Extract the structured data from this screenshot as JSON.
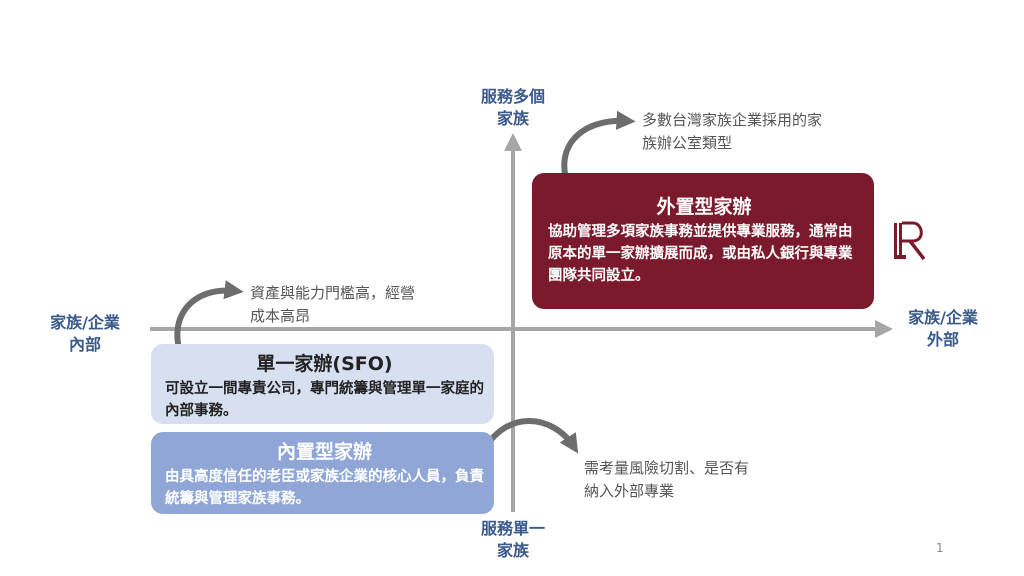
{
  "axes": {
    "top": "服務多個\n家族",
    "bottom": "服務單一\n家族",
    "left": "家族/企業\n內部",
    "right": "家族/企業\n外部"
  },
  "notes": {
    "top_right": "多數台灣家族企業採用的家\n族辦公室類型",
    "middle_left": "資產與能力門檻高，經營\n成本高昂",
    "bottom_right": "需考量風險切割、是否有\n納入外部專業"
  },
  "boxes": {
    "external": {
      "title": "外置型家辦",
      "desc": "協助管理多項家族事務並提供專業服務，通常由原本的單一家辦擴展而成，或由私人銀行與專業團隊共同設立。",
      "color": "#7b1a2c"
    },
    "sfo": {
      "title": "單一家辦(SFO)",
      "desc": "可設立一間專責公司，專門統籌與管理單一家庭的內部事務。",
      "color": "#d7e0f0"
    },
    "internal": {
      "title": "內置型家辦",
      "desc": "由具高度信任的老臣或家族企業的核心人員，負責統籌與管理家族事務。",
      "color": "#8fa6d6"
    }
  },
  "logo": {
    "icon": "r-logo-icon",
    "color": "#7b1a2c"
  },
  "page_number": "1",
  "colors": {
    "axis": "#a6a6a6",
    "axis_label": "#3a5a8c",
    "arrow": "#6d6d6d"
  }
}
